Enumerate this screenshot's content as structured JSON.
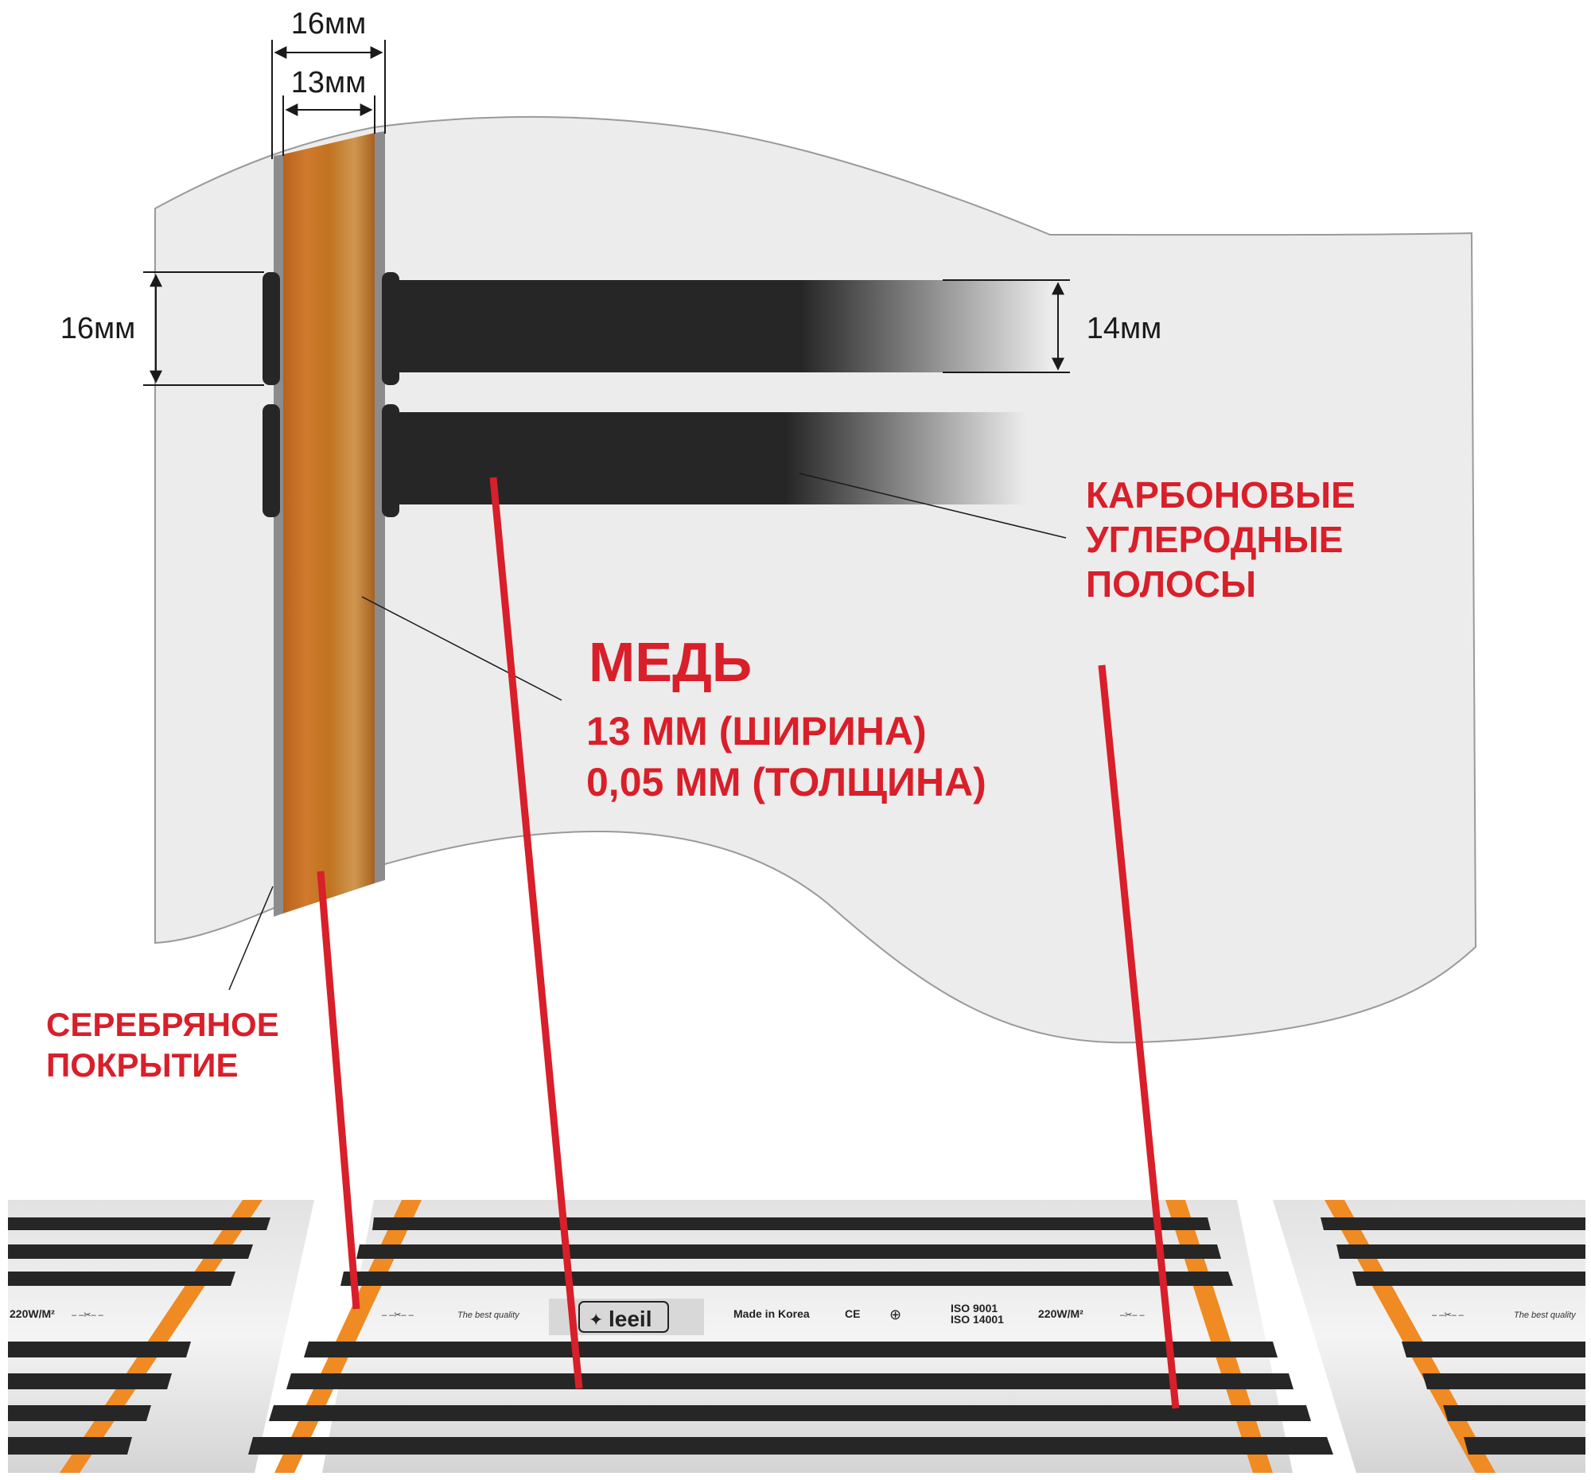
{
  "dimensions": {
    "outer_width": "16мм",
    "copper_width": "13мм",
    "contact_height": "16мм",
    "carbon_height": "14мм"
  },
  "labels": {
    "carbon_line1": "КАРБОНОВЫЕ",
    "carbon_line2": "УГЛЕРОДНЫЕ",
    "carbon_line3": "ПОЛОСЫ",
    "copper_title": "МЕДЬ",
    "copper_width": "13 ММ (ШИРИНА)",
    "copper_thickness": "0,05 ММ (ТОЛЩИНА)",
    "silver_line1": "СЕРЕБРЯНОЕ",
    "silver_line2": "ПОКРЫТИЕ"
  },
  "film_print": {
    "brand": "leeil",
    "quality_left": "The best quality",
    "quality_right": "The best quality",
    "made_in": "Made in Korea",
    "ce_mark": "CE",
    "iso_1": "ISO 9001",
    "iso_2": "ISO 14001",
    "power_center": "220W/M²",
    "power_left": "220W/M²"
  },
  "colors": {
    "accent_red": "#d81f2a",
    "copper": "#c8772e",
    "carbon": "#262626",
    "orange_bus": "#f08a22",
    "film": "#ececec"
  }
}
